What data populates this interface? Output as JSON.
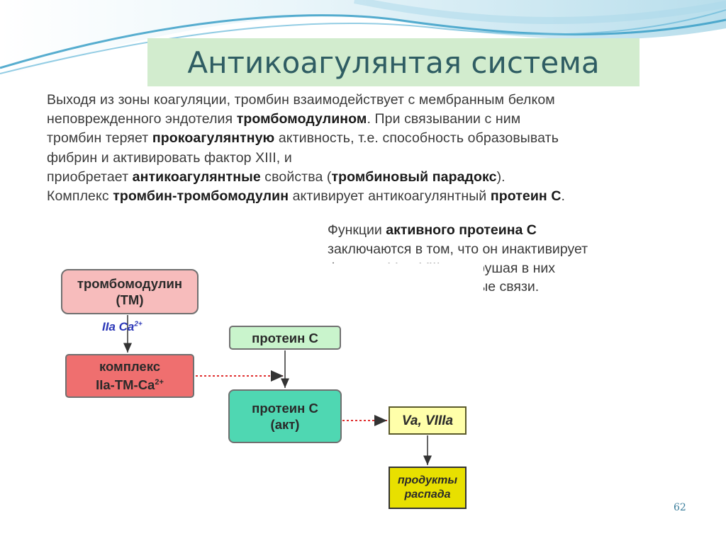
{
  "slide": {
    "title": "Антикоагулянтая система",
    "page_number": "62"
  },
  "paragraph": [
    [
      {
        "t": "Выходя из зоны коагуляции, тромбин взаимодействует с мембранным белком",
        "b": false
      }
    ],
    [
      {
        "t": "неповрежденного эндотелия ",
        "b": false
      },
      {
        "t": "тромбомодулином",
        "b": true
      },
      {
        "t": ". При связывании с ним",
        "b": false
      }
    ],
    [
      {
        "t": "тромбин теряет ",
        "b": false
      },
      {
        "t": "прокоагулянтную",
        "b": true
      },
      {
        "t": " активность, т.е. способность образовывать",
        "b": false
      }
    ],
    [
      {
        "t": "фибрин и активировать фактор XIII, и",
        "b": false
      }
    ],
    [
      {
        "t": "приобретает  ",
        "b": false
      },
      {
        "t": "антикоагулянтные",
        "b": true
      },
      {
        "t": " свойства (",
        "b": false
      },
      {
        "t": "тромбиновый парадокс",
        "b": true
      },
      {
        "t": ").",
        "b": false
      }
    ],
    [
      {
        "t": "Комплекс ",
        "b": false
      },
      {
        "t": "тромбин-тромбомодулин",
        "b": true
      },
      {
        "t": " активирует антикоагулянтный ",
        "b": false
      },
      {
        "t": "протеин С",
        "b": true
      },
      {
        "t": ".",
        "b": false
      }
    ]
  ],
  "functions": [
    [
      {
        "t": "Функции  ",
        "b": false
      },
      {
        "t": "активного протеина С",
        "b": true
      }
    ],
    [
      {
        "t": "заключаются в том, что он инактивирует",
        "b": false
      }
    ],
    [
      {
        "t": "факторы Va и VIIIa, разрушая в них",
        "b": false
      }
    ],
    [
      {
        "t": "определённые пептидные связи.",
        "b": false
      }
    ]
  ],
  "diagram": {
    "thrombomodulin": {
      "line1": "тромбомодулин",
      "line2": "(ТМ)"
    },
    "edge_label": {
      "main": "IIa  Ca",
      "sup": "2+"
    },
    "complex": {
      "line1": "комплекс",
      "line2": "IIa-TM-Ca",
      "sup": "2+"
    },
    "protein_c": {
      "label": "протеин С"
    },
    "protein_c_act": {
      "line1": "протеин С",
      "line2": "(акт)"
    },
    "factors": {
      "label": "Va,  VIIIa"
    },
    "products": {
      "line1": "продукты",
      "line2": "распада"
    }
  },
  "colors": {
    "title_bg": "#d2ecce",
    "title_text": "#2f5d63",
    "thrombomodulin": "#f7bcbc",
    "complex": "#ef6f6f",
    "protein_c": "#c9f4cc",
    "protein_c_act": "#4fd7b2",
    "factors": "#ffffaa",
    "products": "#e8e000",
    "dashed_arrow": "#e03030",
    "edge_label": "#2c38b8"
  }
}
